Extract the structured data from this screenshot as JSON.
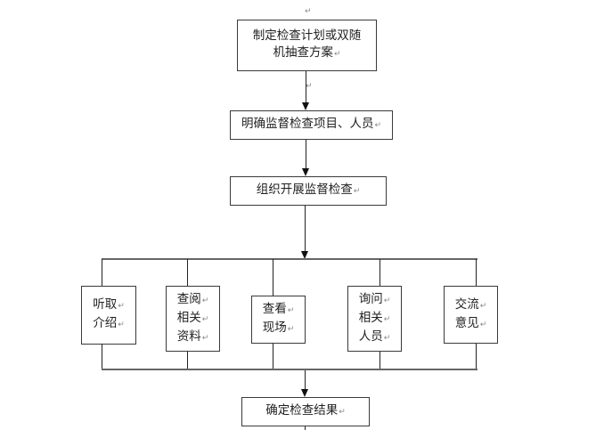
{
  "diagram": {
    "return_mark": "↵",
    "steps": [
      {
        "id": "plan",
        "lines": [
          "制定检查计划或双随",
          "机抽查方案"
        ]
      },
      {
        "id": "define",
        "lines": [
          "明确监督检查项目、人员"
        ]
      },
      {
        "id": "organize",
        "lines": [
          "组织开展监督检查"
        ]
      }
    ],
    "branches": [
      {
        "id": "listen",
        "lines": [
          "听取",
          "介绍"
        ]
      },
      {
        "id": "review",
        "lines": [
          "查阅",
          "相关",
          "资料"
        ]
      },
      {
        "id": "inspect",
        "lines": [
          "查看",
          "现场"
        ]
      },
      {
        "id": "inquire",
        "lines": [
          "询问",
          "相关",
          "人员"
        ]
      },
      {
        "id": "exchange",
        "lines": [
          "交流",
          "意见"
        ]
      }
    ],
    "result": {
      "id": "result",
      "lines": [
        "确定检查结果"
      ]
    }
  }
}
